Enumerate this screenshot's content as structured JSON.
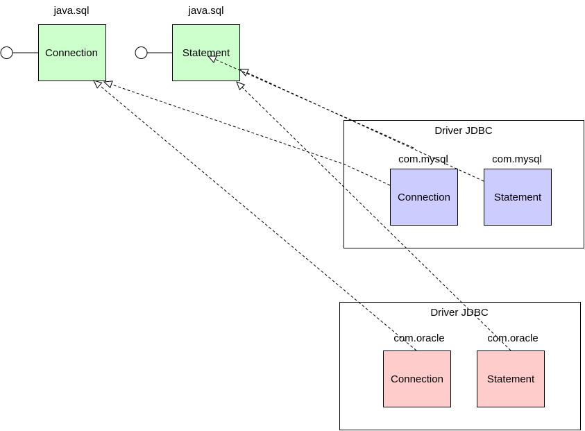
{
  "colors": {
    "interface_fill": "#ccffcc",
    "mysql_fill": "#ccccff",
    "oracle_fill": "#ffcccc",
    "stroke": "#000000"
  },
  "interfaces": {
    "connection": {
      "package": "java.sql",
      "name": "Connection"
    },
    "statement": {
      "package": "java.sql",
      "name": "Statement"
    }
  },
  "drivers": {
    "mysql": {
      "title": "Driver JDBC",
      "connection": {
        "package": "com.mysql",
        "name": "Connection"
      },
      "statement": {
        "package": "com.mysql",
        "name": "Statement"
      }
    },
    "oracle": {
      "title": "Driver JDBC",
      "connection": {
        "package": "com.oracle",
        "name": "Connection"
      },
      "statement": {
        "package": "com.oracle",
        "name": "Statement"
      }
    }
  }
}
